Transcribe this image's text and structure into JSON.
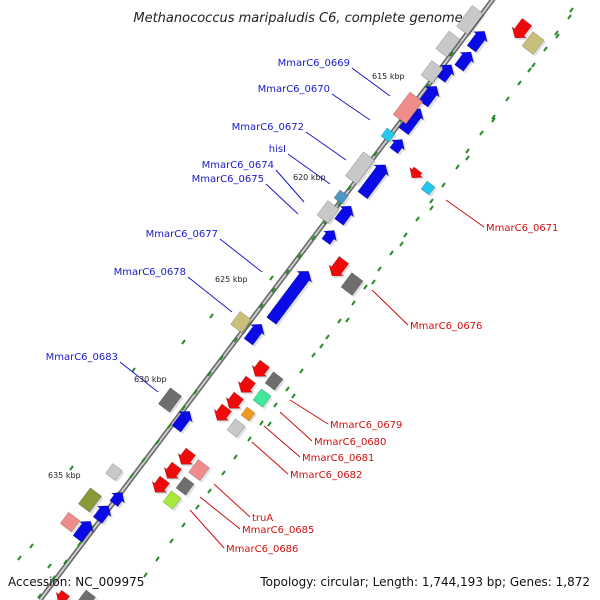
{
  "title": "Methanococcus maripaludis C6, complete genome",
  "footer": {
    "accession": "Accession: NC_009975",
    "topology": "Topology: circular; Length: 1,744,193 bp; Genes: 1,872"
  },
  "kbp_marks": [
    "615 kbp",
    "620 kbp",
    "625 kbp",
    "630 kbp",
    "635 kbp"
  ],
  "left_labels": [
    "MmarC6_0669",
    "MmarC6_0670",
    "MmarC6_0672",
    "hisI",
    "MmarC6_0674",
    "MmarC6_0675",
    "MmarC6_0677",
    "MmarC6_0678",
    "MmarC6_0683"
  ],
  "right_labels": [
    "MmarC6_0671",
    "MmarC6_0676",
    "MmarC6_0679",
    "MmarC6_0680",
    "MmarC6_0681",
    "MmarC6_0682",
    "truA",
    "MmarC6_0685",
    "MmarC6_0686"
  ],
  "colors": {
    "label_left": "#1a1acc",
    "label_right": "#cc1111",
    "blue": "#0a0ae6",
    "red": "#ee0a0a",
    "pink": "#f08c8c",
    "grey": "#c8c8c8",
    "dark_grey": "#6e6e6e",
    "olive": "#c8c07a",
    "cyan": "#22c8ee",
    "teal_blue": "#4f96c8",
    "green": "#3ee89a",
    "orange": "#ee9a22",
    "yellow_green": "#a8e83e",
    "dark_olive": "#8a9a3a",
    "backbone": "#888888",
    "tick": "#2a8a2a"
  }
}
